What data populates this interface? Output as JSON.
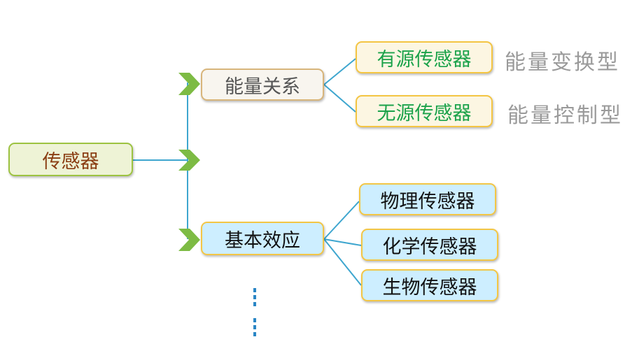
{
  "root": {
    "label": "传感器"
  },
  "categories": [
    {
      "label": "能量关系"
    },
    {
      "label": "基本效应"
    }
  ],
  "energy_leaves": [
    {
      "label": "有源传感器",
      "note": "能量变换型"
    },
    {
      "label": "无源传感器",
      "note": "能量控制型"
    }
  ],
  "effect_leaves": [
    {
      "label": "物理传感器"
    },
    {
      "label": "化学传感器"
    },
    {
      "label": "生物传感器"
    }
  ],
  "colors": {
    "root_text": "#8a3d12",
    "energy_category_text": "#555555",
    "energy_leaf_text": "#1aa24a",
    "note_text": "#9a9a9a",
    "effect_text": "#111111",
    "connector": "#3ea6cf",
    "chevron": "#7dbb44",
    "ellipsis_dots": "#2a86c5"
  }
}
